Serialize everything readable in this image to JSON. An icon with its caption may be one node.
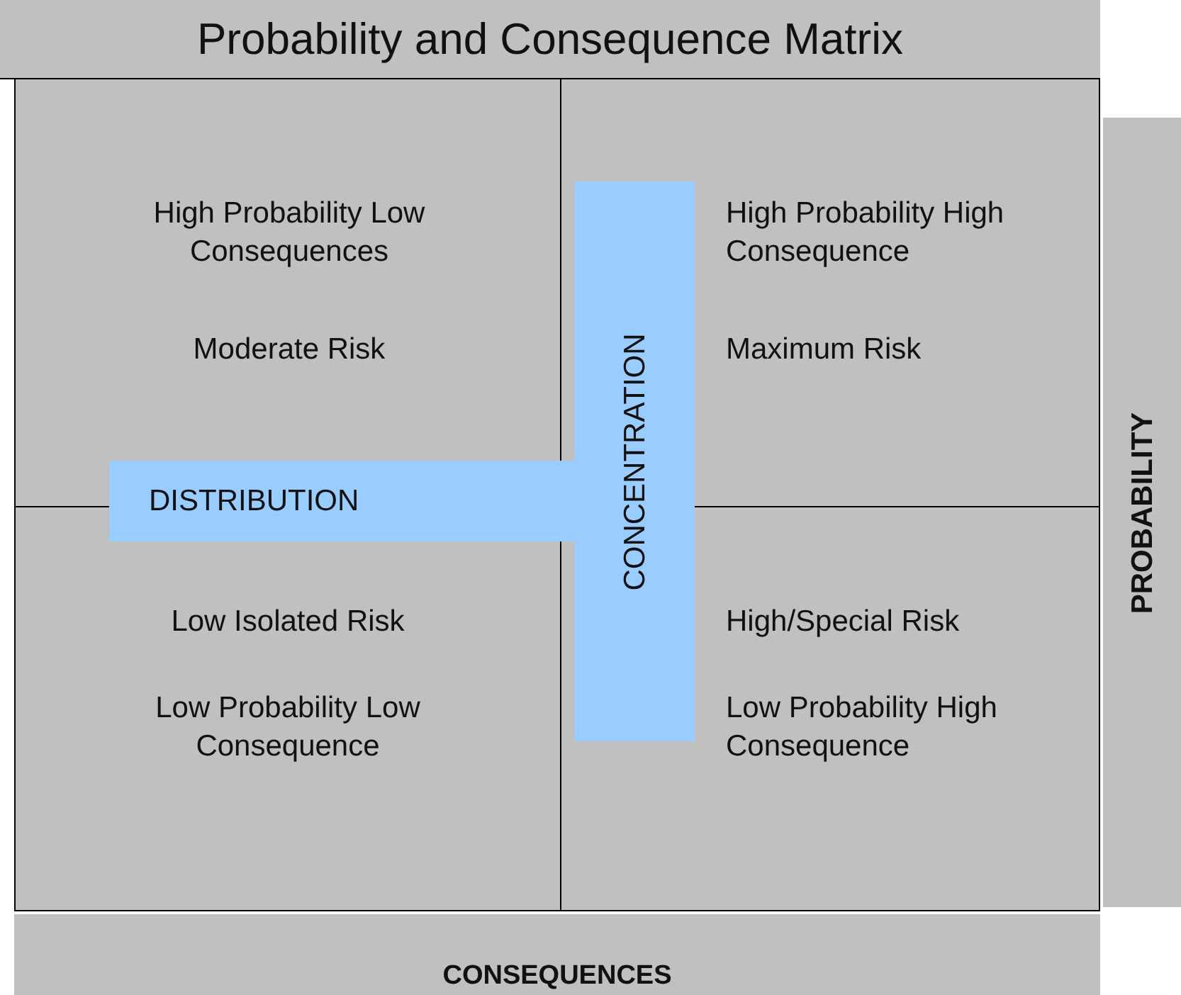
{
  "diagram": {
    "title": "Probability and Consequence Matrix",
    "nodes": [
      {
        "text": [
          "High Probability Low Consequences",
          "Moderate Risk"
        ]
      },
      {
        "text": [
          "High Probability High Consequence",
          "Maximum Risk"
        ]
      },
      {
        "text": [
          "DISTRIBUTION"
        ]
      },
      {
        "text": [
          "CONCENTRATION"
        ]
      },
      {
        "text": [
          "Low Isolated Risk",
          "Low Probability Low Consequence"
        ]
      },
      {
        "text": [
          "High/Special Risk",
          "Low Probability High Consequence"
        ]
      },
      {
        "text": [
          "PROBABILITY"
        ]
      },
      {
        "text": [
          "CONSEQUENCES"
        ]
      }
    ],
    "edges": []
  }
}
